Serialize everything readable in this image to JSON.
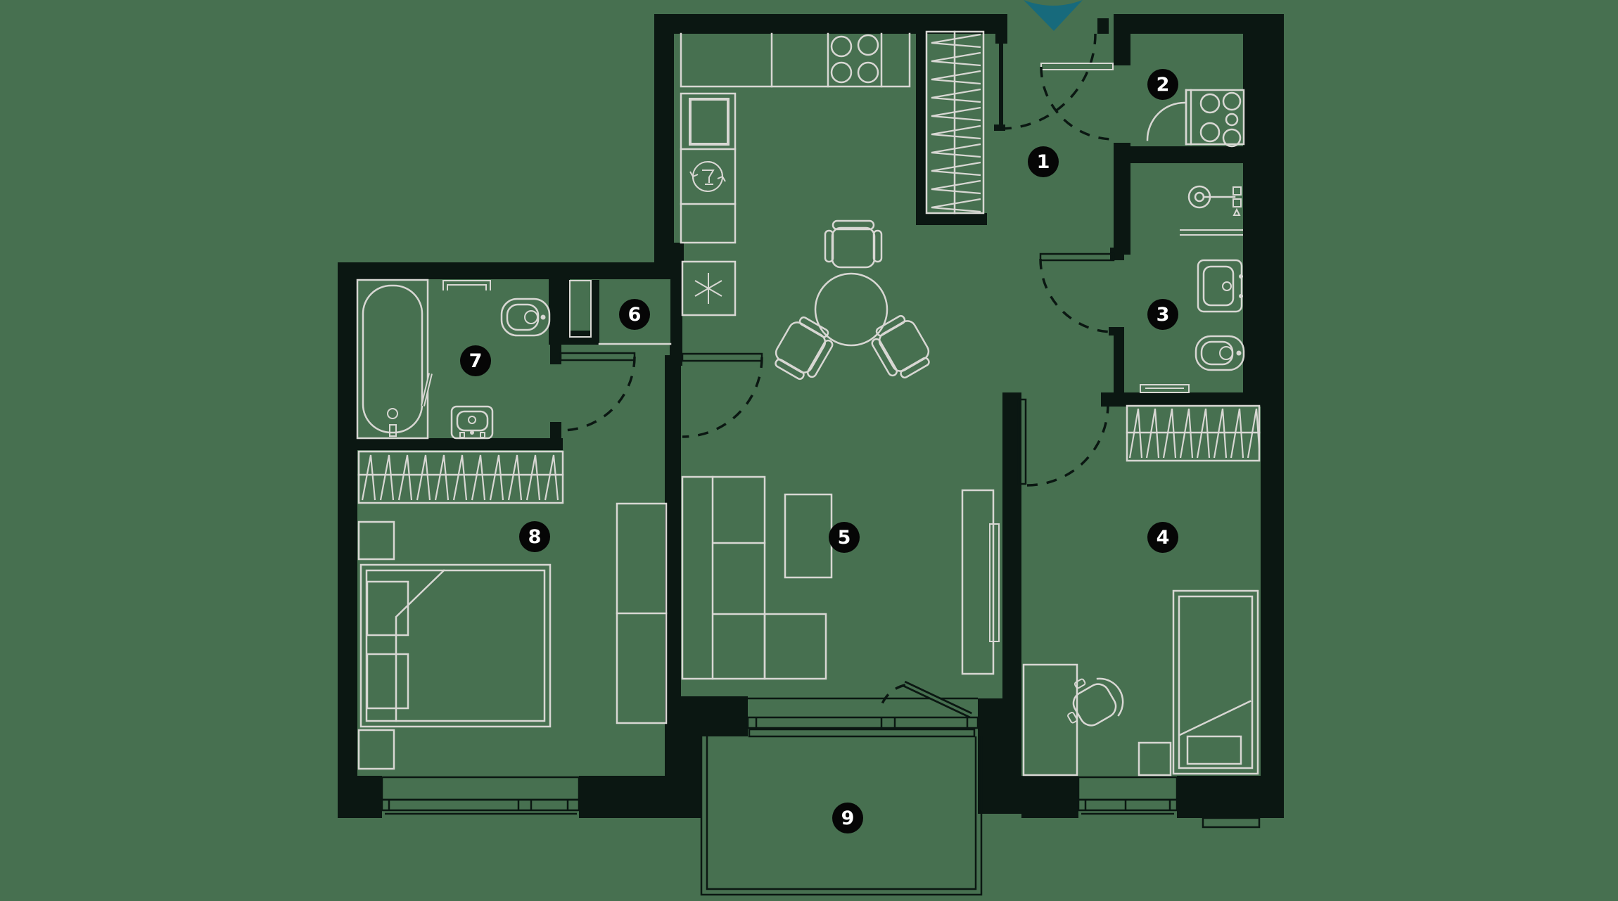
{
  "plan": {
    "rooms": [
      {
        "number": "1"
      },
      {
        "number": "2"
      },
      {
        "number": "3"
      },
      {
        "number": "4"
      },
      {
        "number": "5"
      },
      {
        "number": "6"
      },
      {
        "number": "7"
      },
      {
        "number": "8"
      },
      {
        "number": "9"
      }
    ],
    "entrance_marker": "entrance-arrow"
  },
  "colors": {
    "bg": "#477050",
    "wall": "#0b1712",
    "line": "#d8d7d3",
    "teal": "#176a7c",
    "badge": "#060606",
    "badge-text": "#ffffff"
  }
}
